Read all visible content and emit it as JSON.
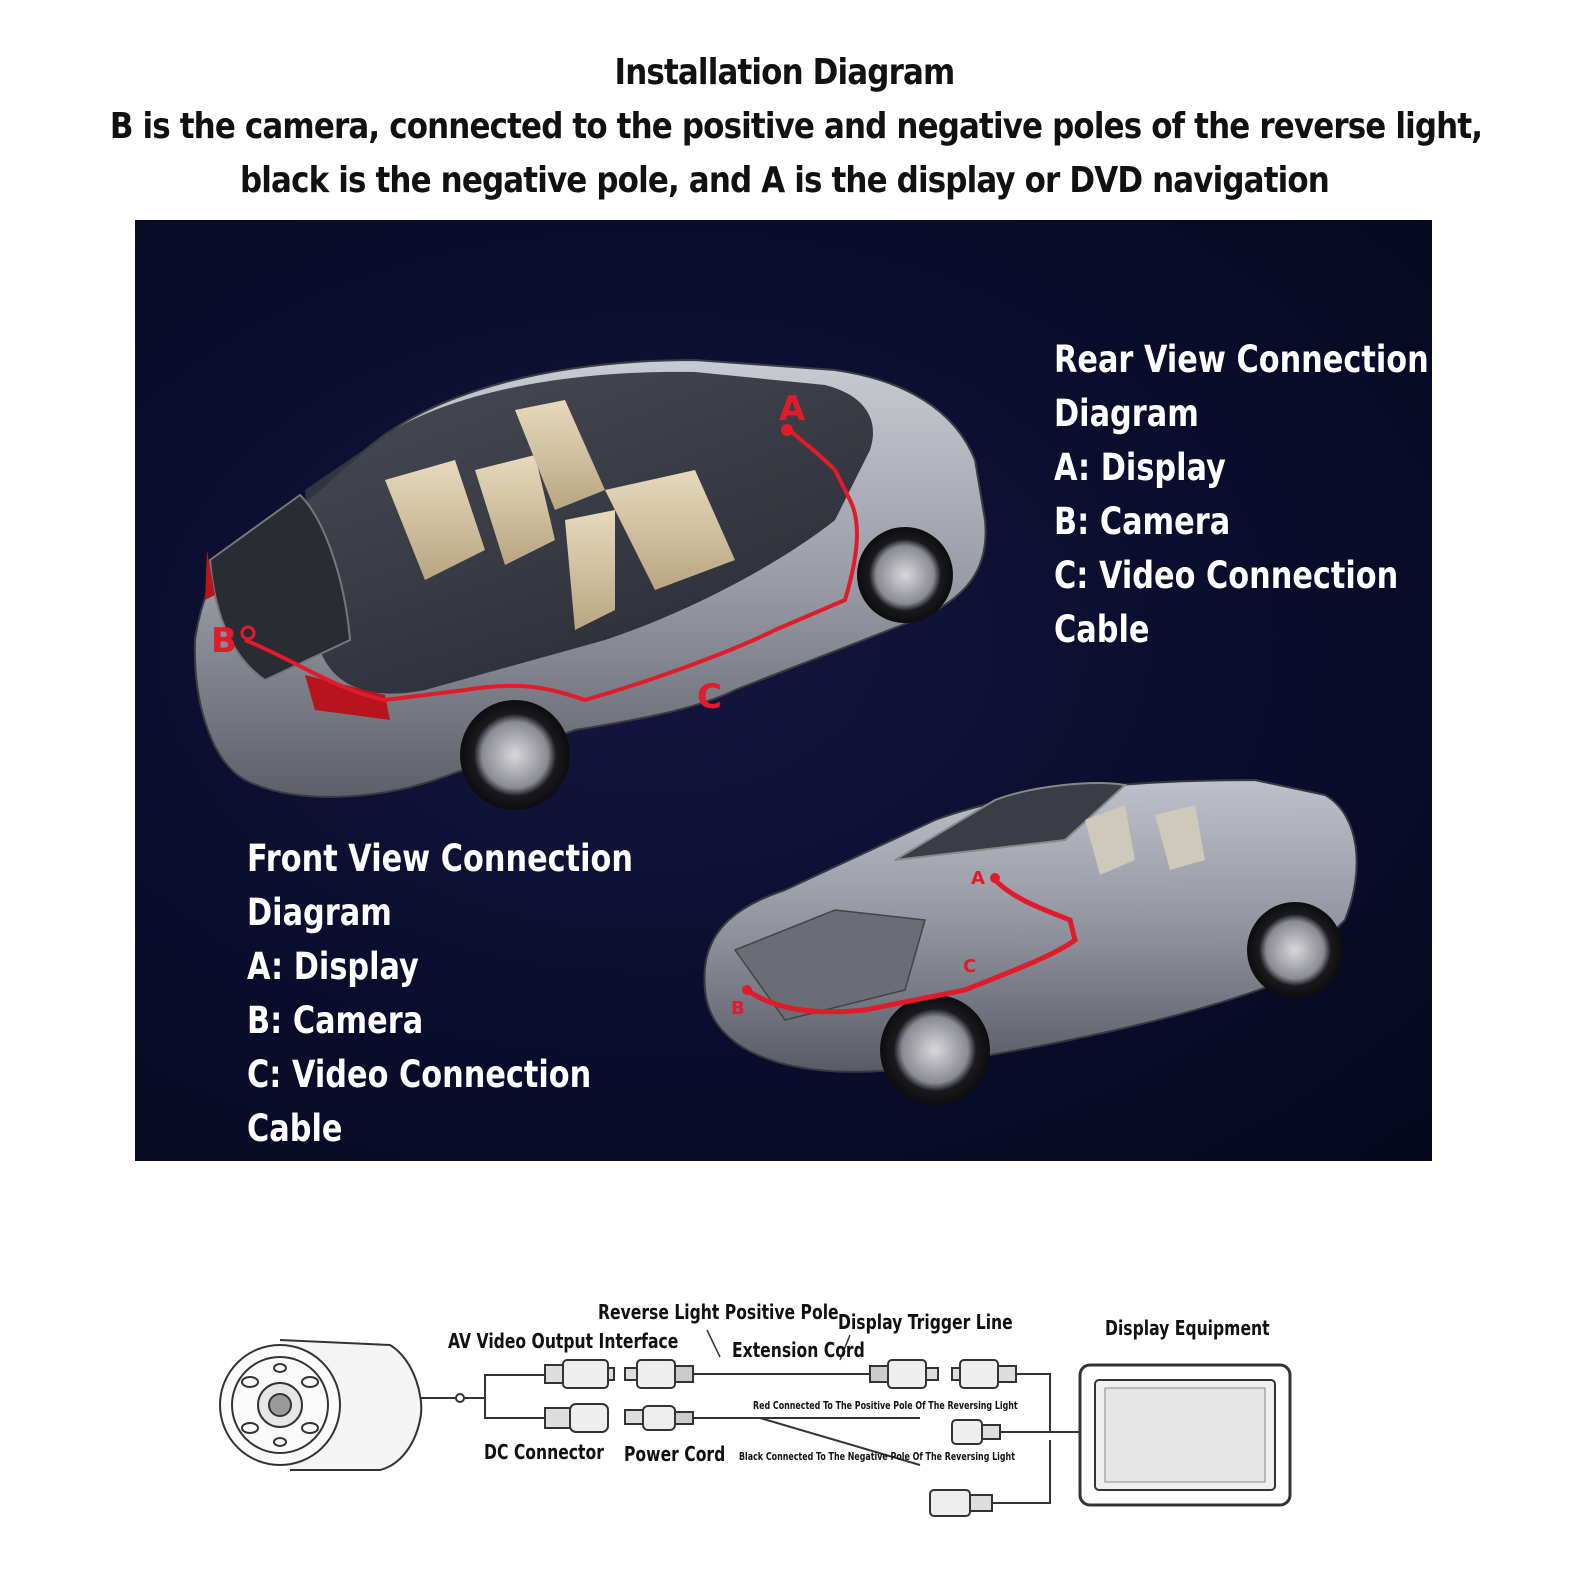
{
  "header": {
    "title": "Installation Diagram",
    "line2": "B is the camera, connected to the positive and negative poles of the reverse light,",
    "line3": "black is the negative pole, and A is the display or DVD navigation"
  },
  "rear_view": {
    "title_l1": "Rear View Connection",
    "title_l2": "Diagram",
    "a": "A: Display",
    "b": "B: Camera",
    "c_l1": "C: Video Connection",
    "c_l2": "Cable"
  },
  "front_view": {
    "title_l1": "Front View Connection",
    "title_l2": "Diagram",
    "a": "A: Display",
    "b": "B: Camera",
    "c_l1": "C: Video Connection",
    "c_l2": "Cable"
  },
  "car_markers": {
    "a": "A",
    "b": "B",
    "c": "C"
  },
  "wiring": {
    "reverse_light_positive": "Reverse Light Positive Pole",
    "av_video_output": "AV Video Output Interface",
    "display_trigger": "Display Trigger Line",
    "extension_cord": "Extension Cord",
    "display_equipment": "Display Equipment",
    "red_wire": "Red Connected To The Positive Pole Of The Reversing Light",
    "black_wire": "Black Connected To The Negative Pole Of The Reversing Light",
    "dc_connector": "DC Connector",
    "power_cord": "Power Cord"
  },
  "colors": {
    "panel_bg": "#0a0c2b",
    "wire_red": "#e01b2a",
    "car_body": "#9a9ca6"
  }
}
